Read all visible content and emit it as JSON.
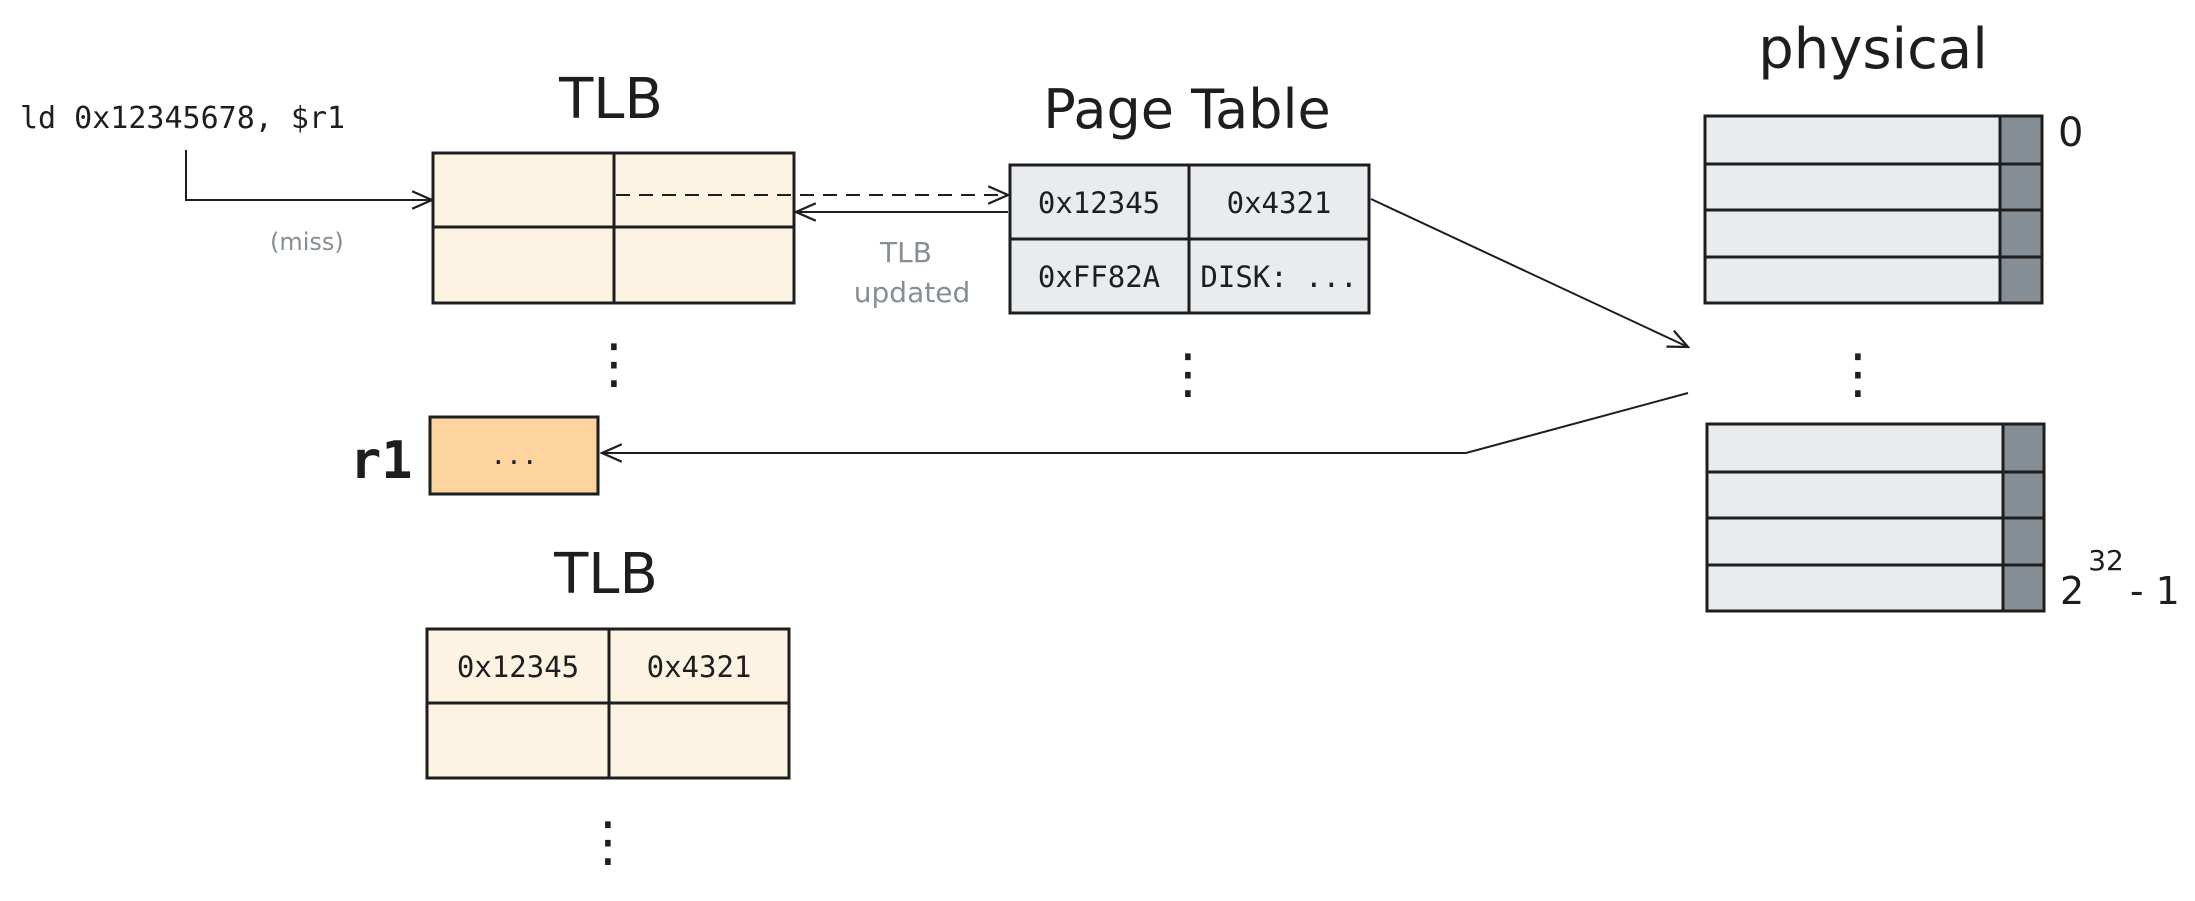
{
  "instruction": "ld 0x12345678, $r1",
  "miss_label": "(miss)",
  "tlb_top": {
    "title": "TLB",
    "rows": [
      [
        "",
        ""
      ],
      [
        "",
        ""
      ]
    ],
    "ellipsis": "⋮"
  },
  "tlb_update_note": [
    "TLB",
    "updated"
  ],
  "page_table": {
    "title": "Page Table",
    "rows": [
      [
        "0x12345",
        "0x4321"
      ],
      [
        "0xFF82A",
        "DISK: ..."
      ]
    ],
    "ellipsis": "⋮"
  },
  "register": {
    "label": "r1",
    "value": "..."
  },
  "tlb_bottom": {
    "title": "TLB",
    "rows": [
      [
        "0x12345",
        "0x4321"
      ],
      [
        "",
        ""
      ]
    ],
    "ellipsis": "⋮"
  },
  "physical": {
    "title": "physical",
    "top_label": "0",
    "bottom_label_base": "2",
    "bottom_label_exp": "32",
    "bottom_label_suffix": "- 1",
    "ellipsis": "⋮"
  },
  "colors": {
    "tlb_fill": "#fdf3e3",
    "page_table_fill": "#e9ecef",
    "register_fill": "#fdd49e",
    "memory_fill": "#e9ecef",
    "memory_tab": "#868e96",
    "note_text": "#868e96",
    "stroke": "#1e1e1e"
  }
}
